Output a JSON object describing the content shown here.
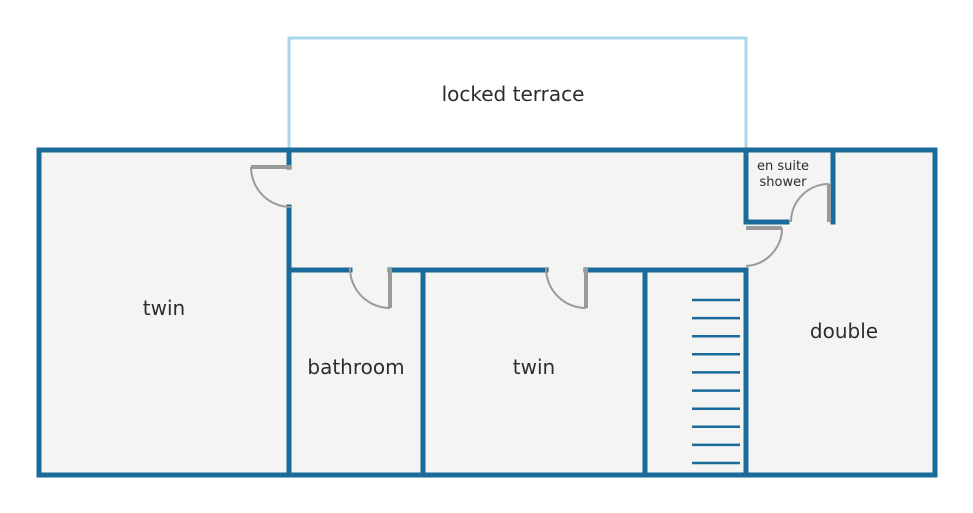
{
  "colors": {
    "wall": "#1a6a9a",
    "terrace_outline": "#a9d6ea",
    "floor": "#f4f4f3",
    "door": "#9a9a9a",
    "text": "#2d2d2d",
    "background": "#ffffff"
  },
  "rooms": {
    "terrace": "locked terrace",
    "left_twin": "twin",
    "bathroom": "bathroom",
    "middle_twin": "twin",
    "double": "double",
    "ensuite_line1": "en suite",
    "ensuite_line2": "shower"
  },
  "features": {
    "staircase": "staircase",
    "step_count": 10
  }
}
